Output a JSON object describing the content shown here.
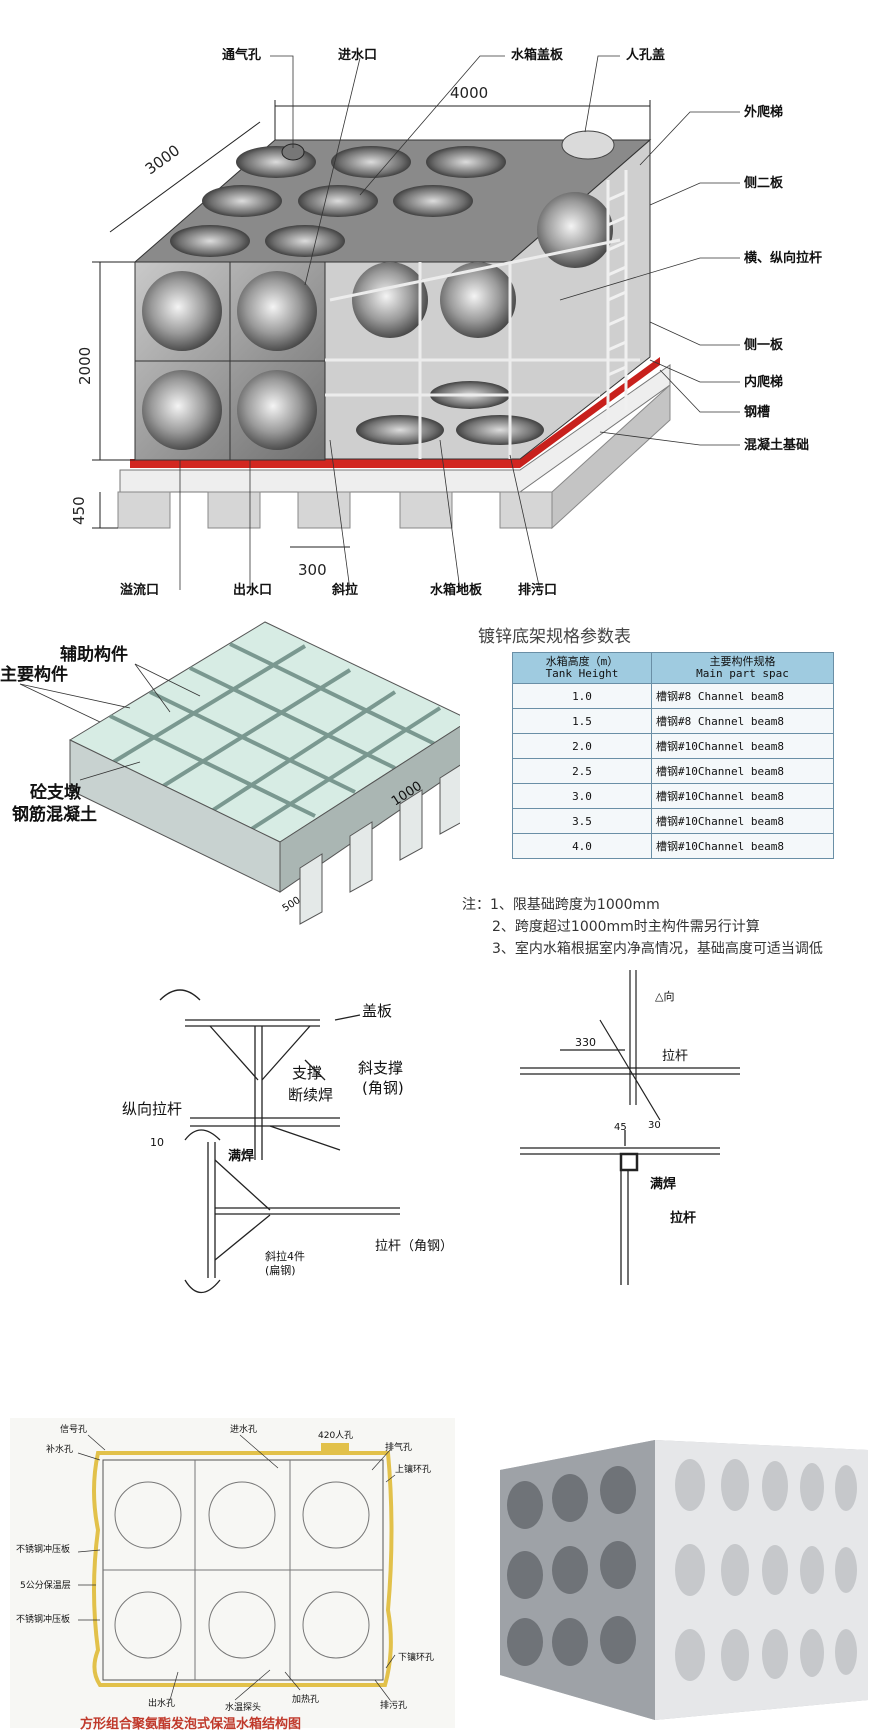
{
  "main_diagram": {
    "labels": {
      "vent": "通气孔",
      "inlet": "进水口",
      "cover_plate": "水箱盖板",
      "manhole_cover": "人孔盖",
      "outer_ladder": "外爬梯",
      "side_plate_2": "侧二板",
      "tie_rods": "横、纵向拉杆",
      "side_plate_1": "侧一板",
      "inner_ladder": "内爬梯",
      "channel_steel": "钢槽",
      "concrete_base": "混凝土基础",
      "overflow": "溢流口",
      "outlet": "出水口",
      "brace": "斜拉",
      "floor_plate": "水箱地板",
      "drain": "排污口"
    },
    "dimensions": {
      "length": "4000",
      "width": "3000",
      "height": "2000",
      "base_height": "450",
      "spacing": "300"
    }
  },
  "base_frame": {
    "labels": {
      "aux_member": "辅助构件",
      "main_member": "主要构件",
      "pier": "砼支墩",
      "concrete": "钢筋混凝土",
      "span": "1000",
      "width_mark": "500"
    },
    "table": {
      "title": "镀锌底架规格参数表",
      "header": {
        "col1_cn": "水箱高度（m）",
        "col1_en": "Tank Height",
        "col2_cn": "主要构件规格",
        "col2_en": "Main part spac"
      },
      "rows": [
        {
          "height": "1.0",
          "spec": "槽钢#8 Channel beam8"
        },
        {
          "height": "1.5",
          "spec": "槽钢#8 Channel beam8"
        },
        {
          "height": "2.0",
          "spec": "槽钢#10Channel beam8"
        },
        {
          "height": "2.5",
          "spec": "槽钢#10Channel beam8"
        },
        {
          "height": "3.0",
          "spec": "槽钢#10Channel beam8"
        },
        {
          "height": "3.5",
          "spec": "槽钢#10Channel beam8"
        },
        {
          "height": "4.0",
          "spec": "槽钢#10Channel beam8"
        }
      ]
    },
    "notes": {
      "n1": "注：1、限基础跨度为1000mm",
      "n2": "2、跨度超过1000mm时主构件需另行计算",
      "n3": "3、室内水箱根据室内净高情况，基础高度可适当调低"
    }
  },
  "details": {
    "d1": {
      "cover": "盖板",
      "support": "支撑",
      "weld": "断续焊",
      "diag": "斜支撑",
      "diag_sub": "(角钢)",
      "long_rod": "纵向拉杆"
    },
    "d2": {
      "top": "△向",
      "dim": "330",
      "rod": "拉杆"
    },
    "d3": {
      "dim": "10",
      "weld": "满焊",
      "rod": "拉杆（角钢）",
      "diag": "斜拉4件",
      "diag_sub": "(扁钢)"
    },
    "d4": {
      "dim1": "45",
      "dim2": "30",
      "weld": "满焊",
      "rod": "拉杆"
    }
  },
  "insulated": {
    "labels": {
      "signal": "信号孔",
      "inlet": "进水孔",
      "manhole": "420人孔",
      "vent": "排气孔",
      "makeup": "补水孔",
      "upper_mount": "上镶环孔",
      "ss_plate1": "不锈钢冲压板",
      "insulation": "5公分保温层",
      "ss_plate2": "不锈钢冲压板",
      "lower_mount": "下镶环孔",
      "outlet": "出水孔",
      "temp_probe": "水温探头",
      "heating": "加热孔",
      "drain": "排污孔"
    },
    "caption": "方形组合聚氨酯发泡式保温水箱结构图"
  }
}
